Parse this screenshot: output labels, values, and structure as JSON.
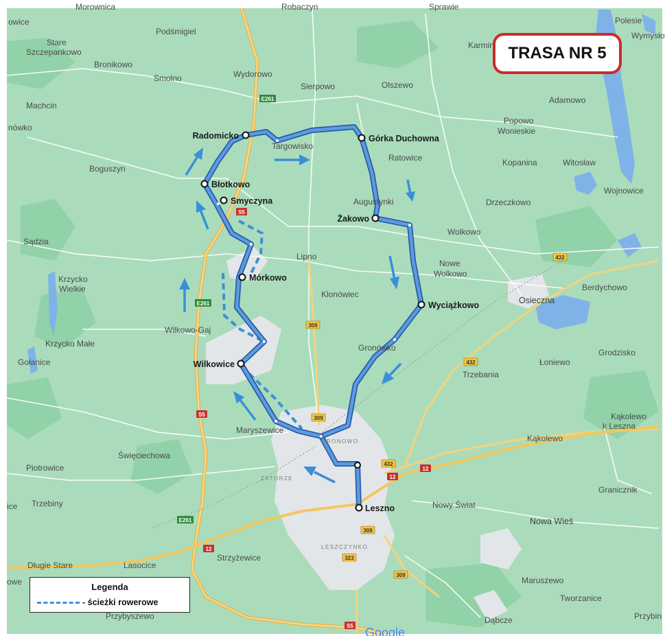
{
  "title": "TRASA NR 5",
  "legend": {
    "title": "Legenda",
    "bike_paths": "- ścieżki rowerowe"
  },
  "colors": {
    "route": "#3d7ccc",
    "route_outline": "#2a5aa8",
    "bike_path": "#3f8fd6",
    "arrow": "#3a8fd8",
    "title_border": "#cc2a2a",
    "map_background": "#a9dfbf",
    "urban_area": "#e6e9ea",
    "expressway": "#f2c75c"
  },
  "route_stops": [
    {
      "name": "Radomicko"
    },
    {
      "name": "Górka Duchowna"
    },
    {
      "name": "Żakowo"
    },
    {
      "name": "Wyciążkowo"
    },
    {
      "name": "Leszno"
    },
    {
      "name": "Wilkowice"
    },
    {
      "name": "Mórkowo"
    },
    {
      "name": "Smyczyna"
    },
    {
      "name": "Błotkowo"
    }
  ],
  "places": [
    "Morownica",
    "Robaczyn",
    "Sprawie",
    "Polesie",
    "Wymysłowo",
    "owice",
    "Podśmigiel",
    "Stare",
    "Szczepankowo",
    "Bronikowo",
    "Karmin",
    "Smolno",
    "Wydorowo",
    "Sierpowo",
    "Olszewo",
    "Adamowo",
    "Machcin",
    "nówko",
    "Popowo",
    "Wonieskie",
    "Targowisko",
    "Ratowice",
    "Kopanina",
    "Witosław",
    "Boguszyn",
    "Wojnowice",
    "Augustynki",
    "Drzeczkowo",
    "Wolkowo",
    "Sądzia",
    "Lipno",
    "Nowe",
    "Wolkowo",
    "Krzycko",
    "Wielkie",
    "Berdychowo",
    "Osieczna",
    "Klonówiec",
    "Wilkowo-Gaj",
    "Krzycko Małe",
    "Gronówko",
    "Grodzisko",
    "Gołanice",
    "Łoniewo",
    "Trzebania",
    "Maryszewice",
    "Kąkolewo",
    "Kąkolewo",
    "k Leszna",
    "Święciechowa",
    "Piotrowice",
    "Granicznik",
    "Trzebiny",
    "ice",
    "Nowy Świat",
    "Nowa Wieś",
    "Strzyżewice",
    "Długie Stare",
    "Lasocice",
    "Maruszewo",
    "owe",
    "Tworzanice",
    "Przybyszewo",
    "Dąbcze",
    "Przybin"
  ],
  "districts": [
    "GRONOWO",
    "ZATORZE",
    "LESZCZYNKO"
  ],
  "road_shields": [
    "E261",
    "S5",
    "309",
    "432",
    "12",
    "323"
  ],
  "map_attribution": "Google"
}
